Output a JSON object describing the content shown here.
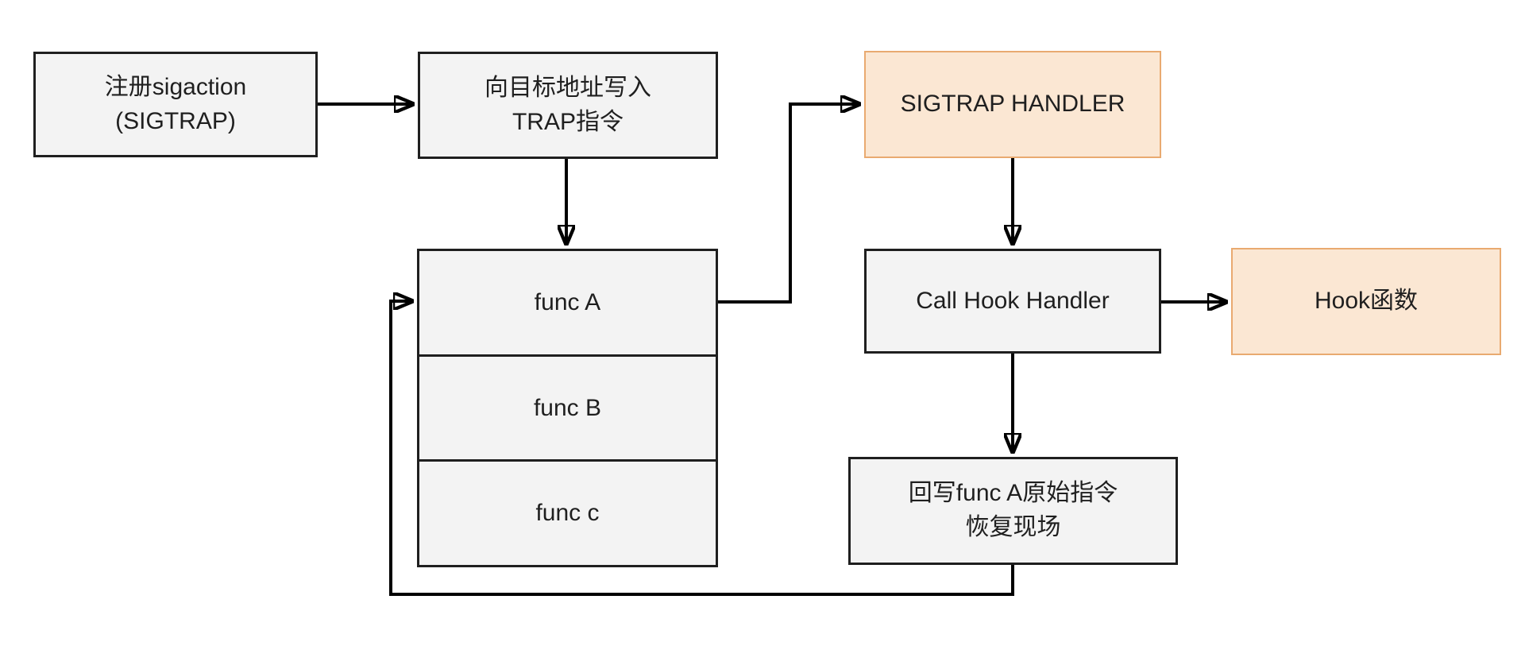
{
  "diagram": {
    "type": "flowchart",
    "topic": "SIGTRAP hook 流程",
    "colors": {
      "background": "#ffffff",
      "box_fill": "#f3f3f3",
      "box_border": "#1f1f1f",
      "accent_fill": "#fbe7d3",
      "accent_border": "#e9aa70",
      "arrow": "#000000"
    },
    "nodes": {
      "register_sigaction": {
        "line1": "注册sigaction",
        "line2": "(SIGTRAP)"
      },
      "write_trap": {
        "line1": "向目标地址写入",
        "line2": "TRAP指令"
      },
      "sigtrap_handler": {
        "label": "SIGTRAP HANDLER"
      },
      "func_a": {
        "label": "func A"
      },
      "func_b": {
        "label": "func B"
      },
      "func_c": {
        "label": "func c"
      },
      "call_hook_handler": {
        "label": "Call Hook Handler"
      },
      "hook_function": {
        "label": "Hook函数"
      },
      "restore_original": {
        "line1": "回写func A原始指令",
        "line2": "恢复现场"
      }
    },
    "edges": [
      {
        "from": "register_sigaction",
        "to": "write_trap"
      },
      {
        "from": "write_trap",
        "to": "func_a"
      },
      {
        "from": "func_a",
        "to": "sigtrap_handler"
      },
      {
        "from": "sigtrap_handler",
        "to": "call_hook_handler"
      },
      {
        "from": "call_hook_handler",
        "to": "hook_function"
      },
      {
        "from": "call_hook_handler",
        "to": "restore_original"
      },
      {
        "from": "restore_original",
        "to": "func_a"
      }
    ]
  }
}
